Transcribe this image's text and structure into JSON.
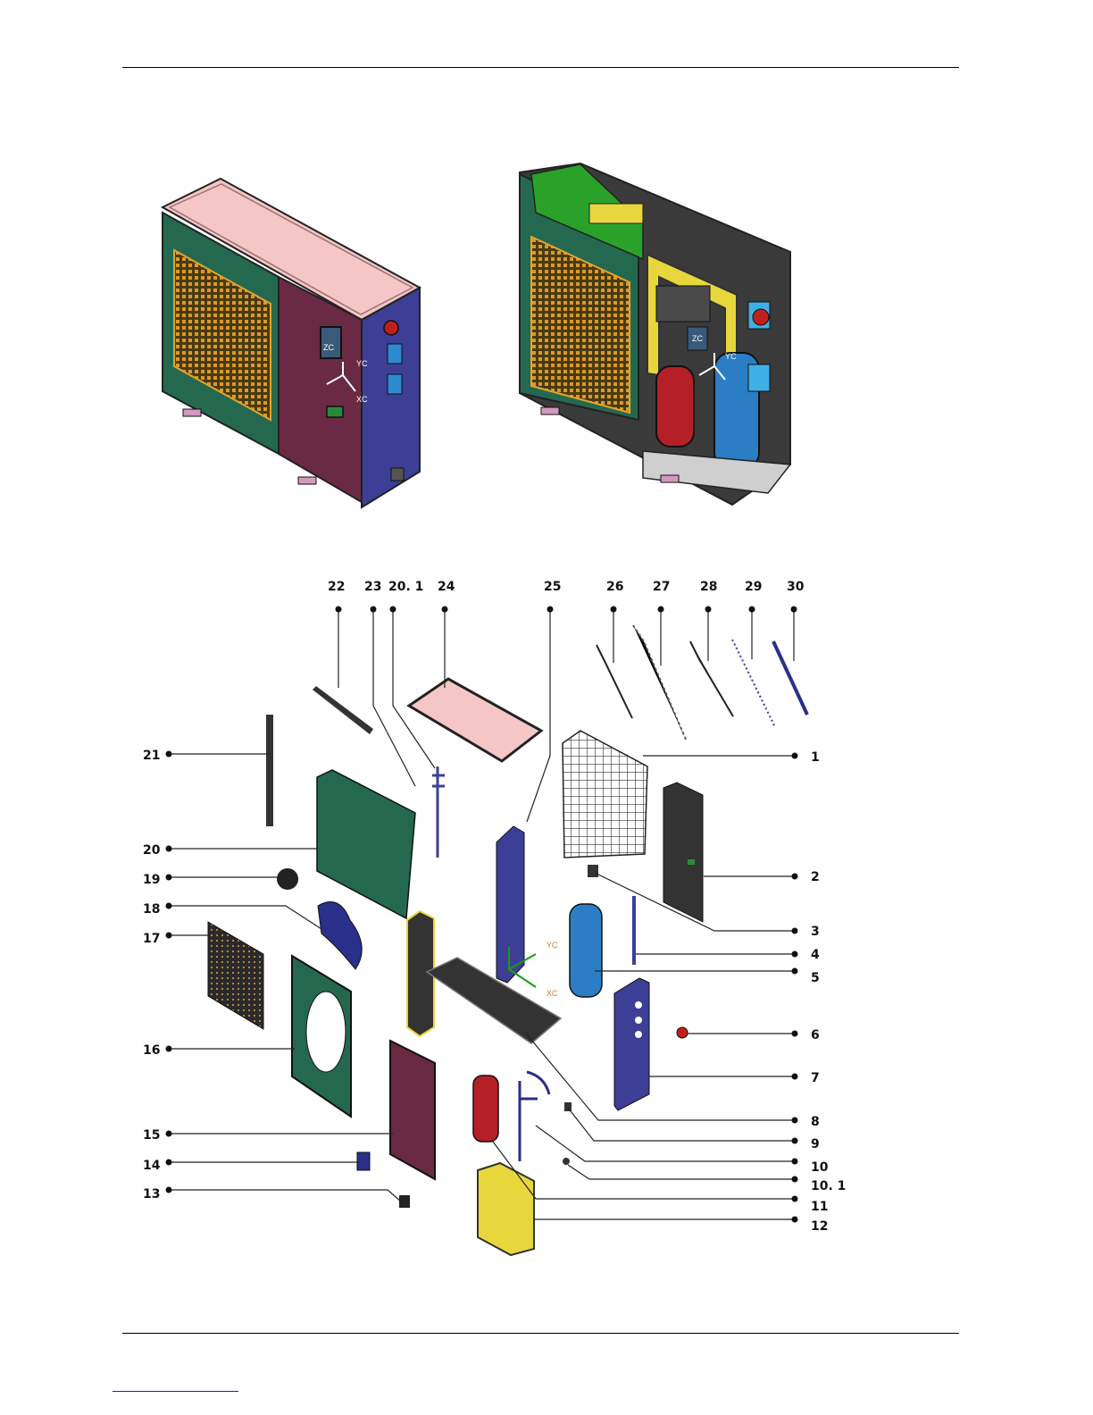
{
  "view_labels": {
    "zc": "ZC",
    "yc": "YC",
    "xc": "XC"
  },
  "callouts": {
    "top": [
      "22",
      "23",
      "20. 1",
      "24",
      "25",
      "26",
      "27",
      "28",
      "29",
      "30"
    ],
    "left": [
      "21",
      "20",
      "19",
      "18",
      "17",
      "16",
      "15",
      "14",
      "13"
    ],
    "right": [
      "1",
      "2",
      "3",
      "4",
      "5",
      "6",
      "7",
      "8",
      "9",
      "10",
      "10. 1",
      "11",
      "12"
    ]
  },
  "colors": {
    "cabinet_green": "#24694f",
    "door_maroon": "#6b2a44",
    "side_blue": "#3c3f95",
    "lid_pink": "#f4c6c6",
    "grille_orange": "#d99a2a",
    "frame_yellow": "#e7d73c",
    "tank_blue": "#2b7dc4",
    "compressor_red": "#b51f27",
    "dark_panel": "#3a3a3a",
    "footer_link": "#1a1ad6"
  }
}
